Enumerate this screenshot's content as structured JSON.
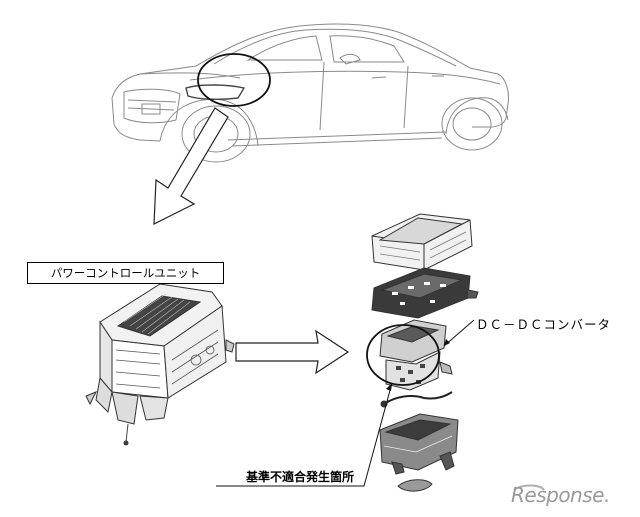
{
  "labels": {
    "power_control_unit": "パワーコントロールユニット",
    "dc_dc_converter": "ＤＣ－ＤＣコンバータ",
    "nonconformity_location": "基準不適合発生箇所"
  },
  "watermark": {
    "text": "Response."
  },
  "colors": {
    "line": "#333333",
    "light_line": "#9a9a9a",
    "dark_part": "#2a2a2a"
  }
}
